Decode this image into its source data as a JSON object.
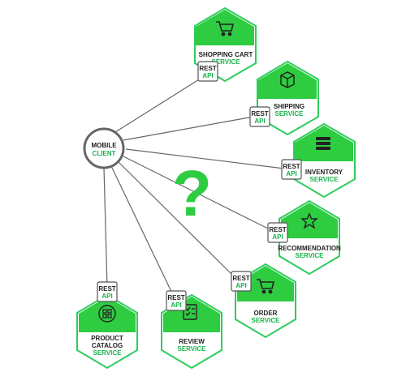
{
  "client": {
    "line1": "MOBILE",
    "line2": "CLIENT"
  },
  "question_mark": "?",
  "api": {
    "top": "REST",
    "bottom": "API"
  },
  "colors": {
    "green": "#2ecc40",
    "green_text": "#17b34a",
    "edge": "#666666",
    "client_ring": "#666666"
  },
  "services": [
    {
      "line1": "SHOPPING CART",
      "line2": "SERVICE",
      "icon": "cart-icon"
    },
    {
      "line1": "SHIPPING",
      "line2": "SERVICE",
      "icon": "box-icon"
    },
    {
      "line1": "INVENTORY",
      "line2": "SERVICE",
      "icon": "stack-icon"
    },
    {
      "line1": "RECOMMENDATION",
      "line2": "SERVICE",
      "icon": "star-icon"
    },
    {
      "line1": "ORDER",
      "line2": "SERVICE",
      "icon": "cart-icon"
    },
    {
      "line1": "REVIEW",
      "line2": "SERVICE",
      "icon": "checklist-icon"
    },
    {
      "line1": "PRODUCT",
      "line2": "CATALOG",
      "line3": "SERVICE",
      "icon": "grid-icon"
    }
  ]
}
